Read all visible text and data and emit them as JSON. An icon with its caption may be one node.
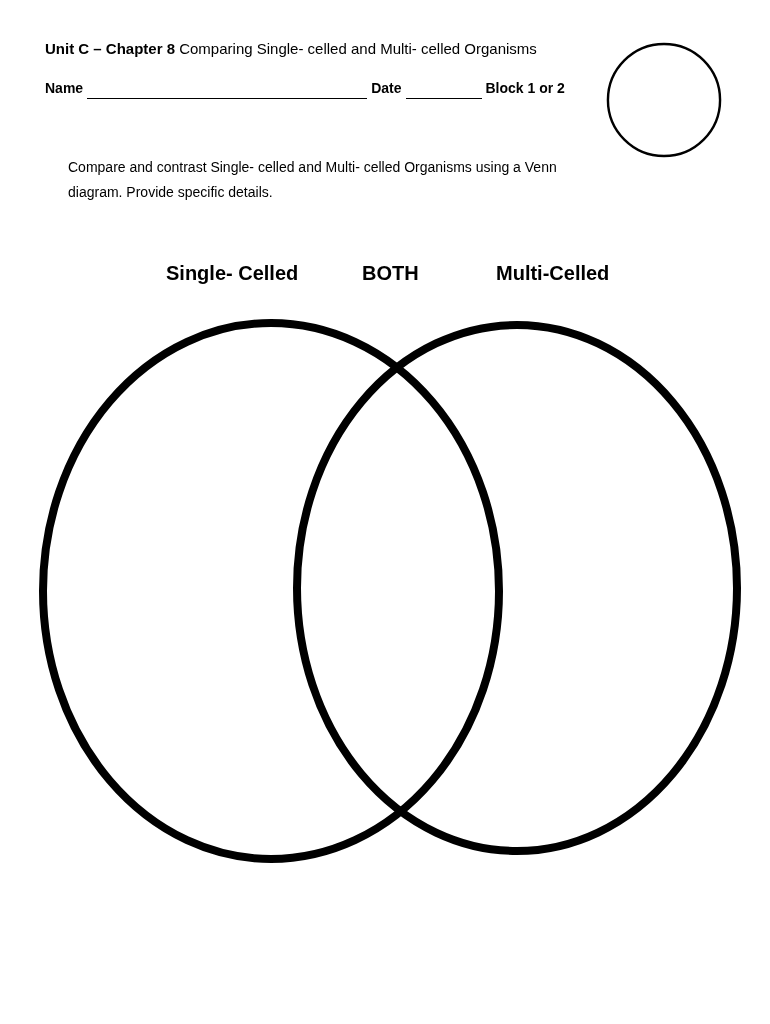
{
  "diagram": {
    "title": "**Unit C – Chapter 8** Comparing Single- celled and Multi- celled Organisms",
    "nodes": [
      {
        "text": [],
        "shape": "circle"
      },
      {
        "text": [
          "Single- Celled"
        ]
      },
      {
        "text": [
          "Multi-Celled"
        ]
      }
    ],
    "labels": [
      "Name",
      "Date",
      "Block 1 or 2",
      "Compare and contrast Single- celled and Multi- celled Organisms using a Venn diagram.  Provide specific details.",
      "BOTH"
    ]
  }
}
